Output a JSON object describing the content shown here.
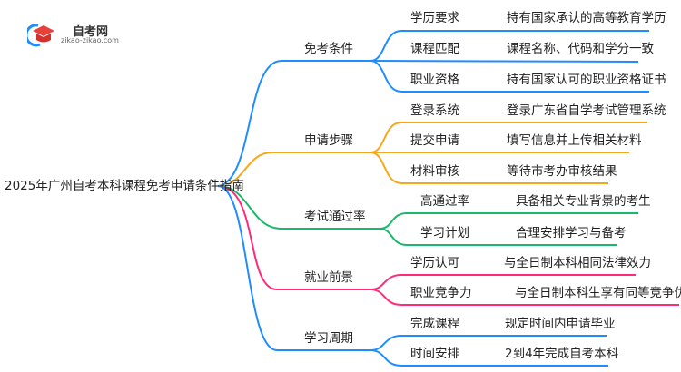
{
  "logo": {
    "name": "自考网",
    "url": "zikao-zikao.com"
  },
  "root": "2025年广州自考本科课程免考申请条件指南",
  "colors": {
    "blue": "#1f8cff",
    "orange": "#f5a81c",
    "green": "#19b86a",
    "pink": "#ff2a7a"
  },
  "branches": [
    {
      "label": "免考条件",
      "children": [
        {
          "label": "学历要求",
          "detail": "持有国家承认的高等教育学历"
        },
        {
          "label": "课程匹配",
          "detail": "课程名称、代码和学分一致"
        },
        {
          "label": "职业资格",
          "detail": "持有国家认可的职业资格证书"
        }
      ]
    },
    {
      "label": "申请步骤",
      "children": [
        {
          "label": "登录系统",
          "detail": "登录广东省自学考试管理系统"
        },
        {
          "label": "提交申请",
          "detail": "填写信息并上传相关材料"
        },
        {
          "label": "材料审核",
          "detail": "等待市考办审核结果"
        }
      ]
    },
    {
      "label": "考试通过率",
      "children": [
        {
          "label": "高通过率",
          "detail": "具备相关专业背景的考生"
        },
        {
          "label": "学习计划",
          "detail": "合理安排学习与备考"
        }
      ]
    },
    {
      "label": "就业前景",
      "children": [
        {
          "label": "学历认可",
          "detail": "与全日制本科相同法律效力"
        },
        {
          "label": "职业竞争力",
          "detail": "与全日制本科生享有同等竞争优势"
        }
      ]
    },
    {
      "label": "学习周期",
      "children": [
        {
          "label": "完成课程",
          "detail": "规定时间内申请毕业"
        },
        {
          "label": "时间安排",
          "detail": "2到4年完成自考本科"
        }
      ]
    }
  ]
}
